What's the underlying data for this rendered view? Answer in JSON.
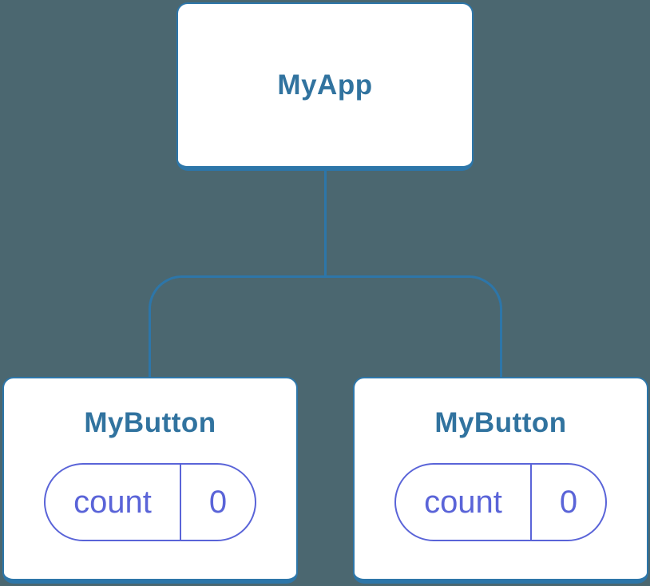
{
  "diagram": {
    "type": "component-tree",
    "root": {
      "title": "MyApp"
    },
    "children": [
      {
        "title": "MyButton",
        "state": {
          "label": "count",
          "value": "0"
        }
      },
      {
        "title": "MyButton",
        "state": {
          "label": "count",
          "value": "0"
        }
      }
    ]
  },
  "colors": {
    "background": "#4B6770",
    "connector": "#2D76A9",
    "card_border": "#2D76A9",
    "card_background": "#FFFFFF",
    "title_text": "#31739F",
    "state_accent": "#5A64D8"
  }
}
